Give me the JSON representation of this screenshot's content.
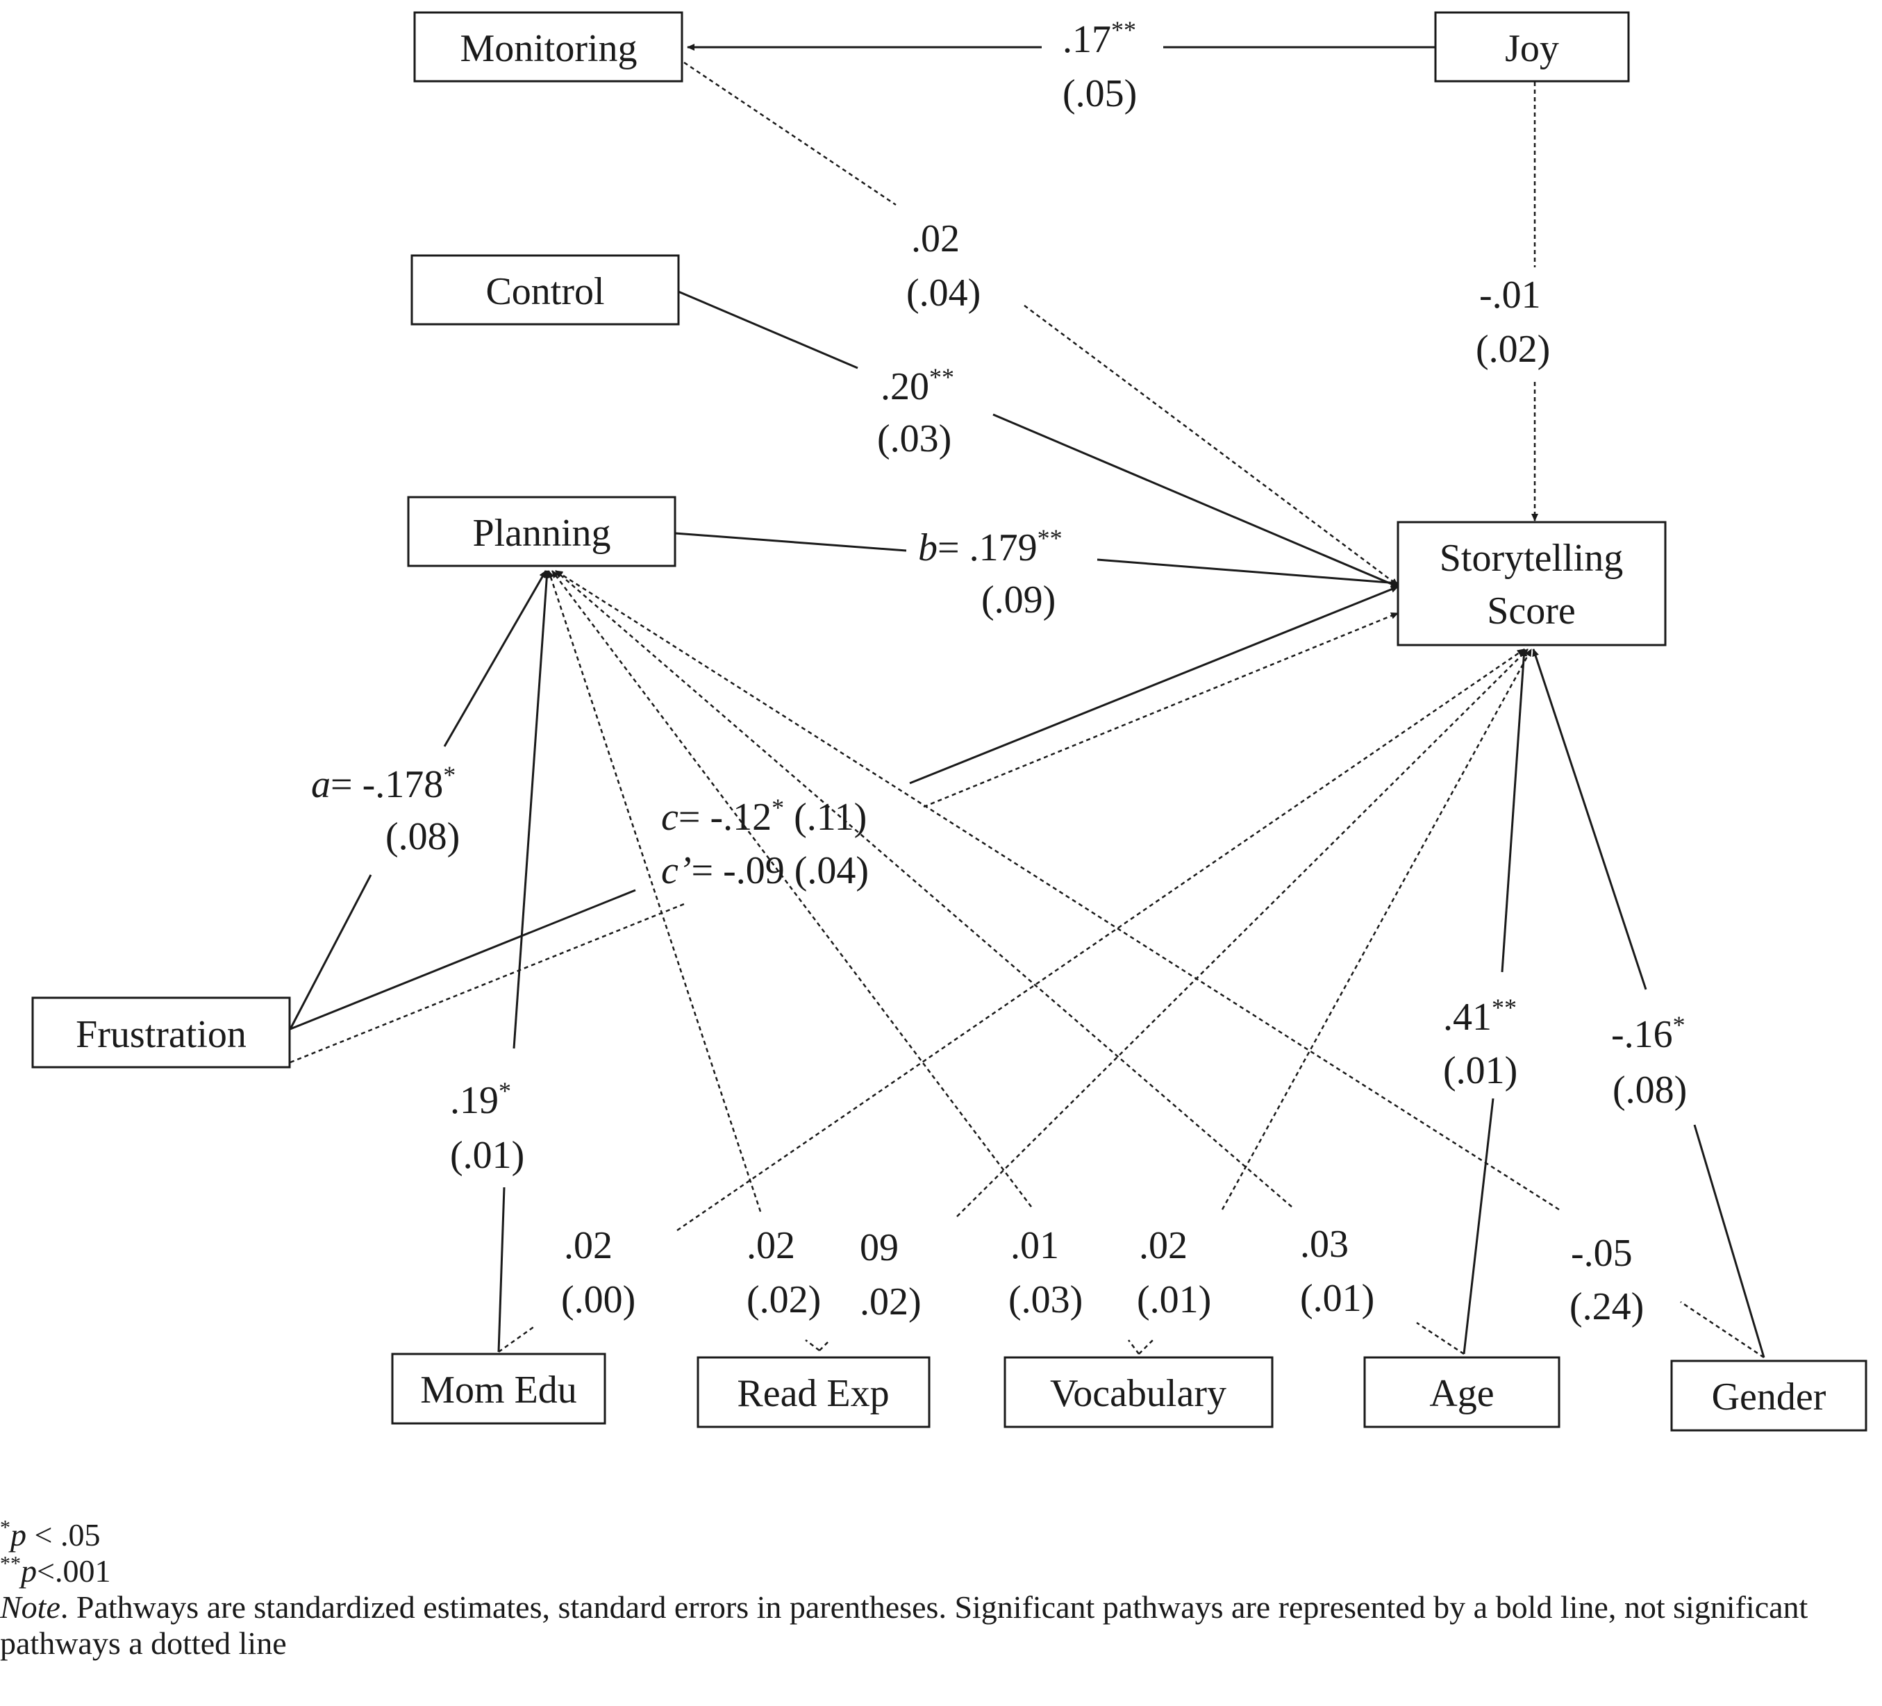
{
  "nodes": {
    "monitoring": "Monitoring",
    "joy": "Joy",
    "control": "Control",
    "planning": "Planning",
    "storytelling_line1": "Storytelling",
    "storytelling_line2": "Score",
    "frustration": "Frustration",
    "mom_edu": "Mom Edu",
    "read_exp": "Read Exp",
    "vocabulary": "Vocabulary",
    "age": "Age",
    "gender": "Gender"
  },
  "paths": {
    "joy_monitoring": {
      "est": ".17",
      "sig": "**",
      "se": "(.05)"
    },
    "monitoring_story": {
      "est": ".02",
      "se": "(.04)"
    },
    "joy_story": {
      "est": "-.01",
      "se": "(.02)"
    },
    "control_story": {
      "est": ".20",
      "sig": "**",
      "se": "(.03)"
    },
    "planning_story": {
      "prefix": "b",
      "est": "= .179",
      "sig": "**",
      "se": "(.09)"
    },
    "frustration_planning": {
      "prefix": "a",
      "est": "= -.178",
      "sig": "*",
      "se": "(.08)"
    },
    "frustration_story_total": {
      "prefix": "c",
      "est": "= -.12",
      "sig": "*",
      "se": " (.11)"
    },
    "frustration_story_direct": {
      "prefix": "c’",
      "est": "= -.09 (.04)"
    },
    "momedu_planning": {
      "est": ".19",
      "sig": "*",
      "se": "(.01)"
    },
    "momedu_story": {
      "est": ".02",
      "se": "(.00)"
    },
    "readexp_planning": {
      "est": ".02",
      "se": "(.02)"
    },
    "readexp_story": {
      "est": "09",
      "se": ".02)"
    },
    "vocab_planning": {
      "est": ".01",
      "se": "(.03)"
    },
    "vocab_story": {
      "est": ".02",
      "se": "(.01)"
    },
    "age_planning": {
      "est": ".03",
      "se": "(.01)"
    },
    "age_story": {
      "est": ".41",
      "sig": "**",
      "se": "(.01)"
    },
    "gender_planning": {
      "est": "-.05",
      "se": "(.24)"
    },
    "gender_story": {
      "est": "-.16",
      "sig": "*",
      "se": "(.08)"
    }
  },
  "footnotes": {
    "sig1_mark": "*",
    "sig1_p": "p",
    "sig1_text": " < .05",
    "sig2_mark": "**",
    "sig2_p": "p",
    "sig2_text": "<.001",
    "note_label": "Note",
    "note_text": ". Pathways are standardized estimates, standard errors in parentheses. Significant pathways are represented by a bold line, not significant pathways a dotted line"
  }
}
